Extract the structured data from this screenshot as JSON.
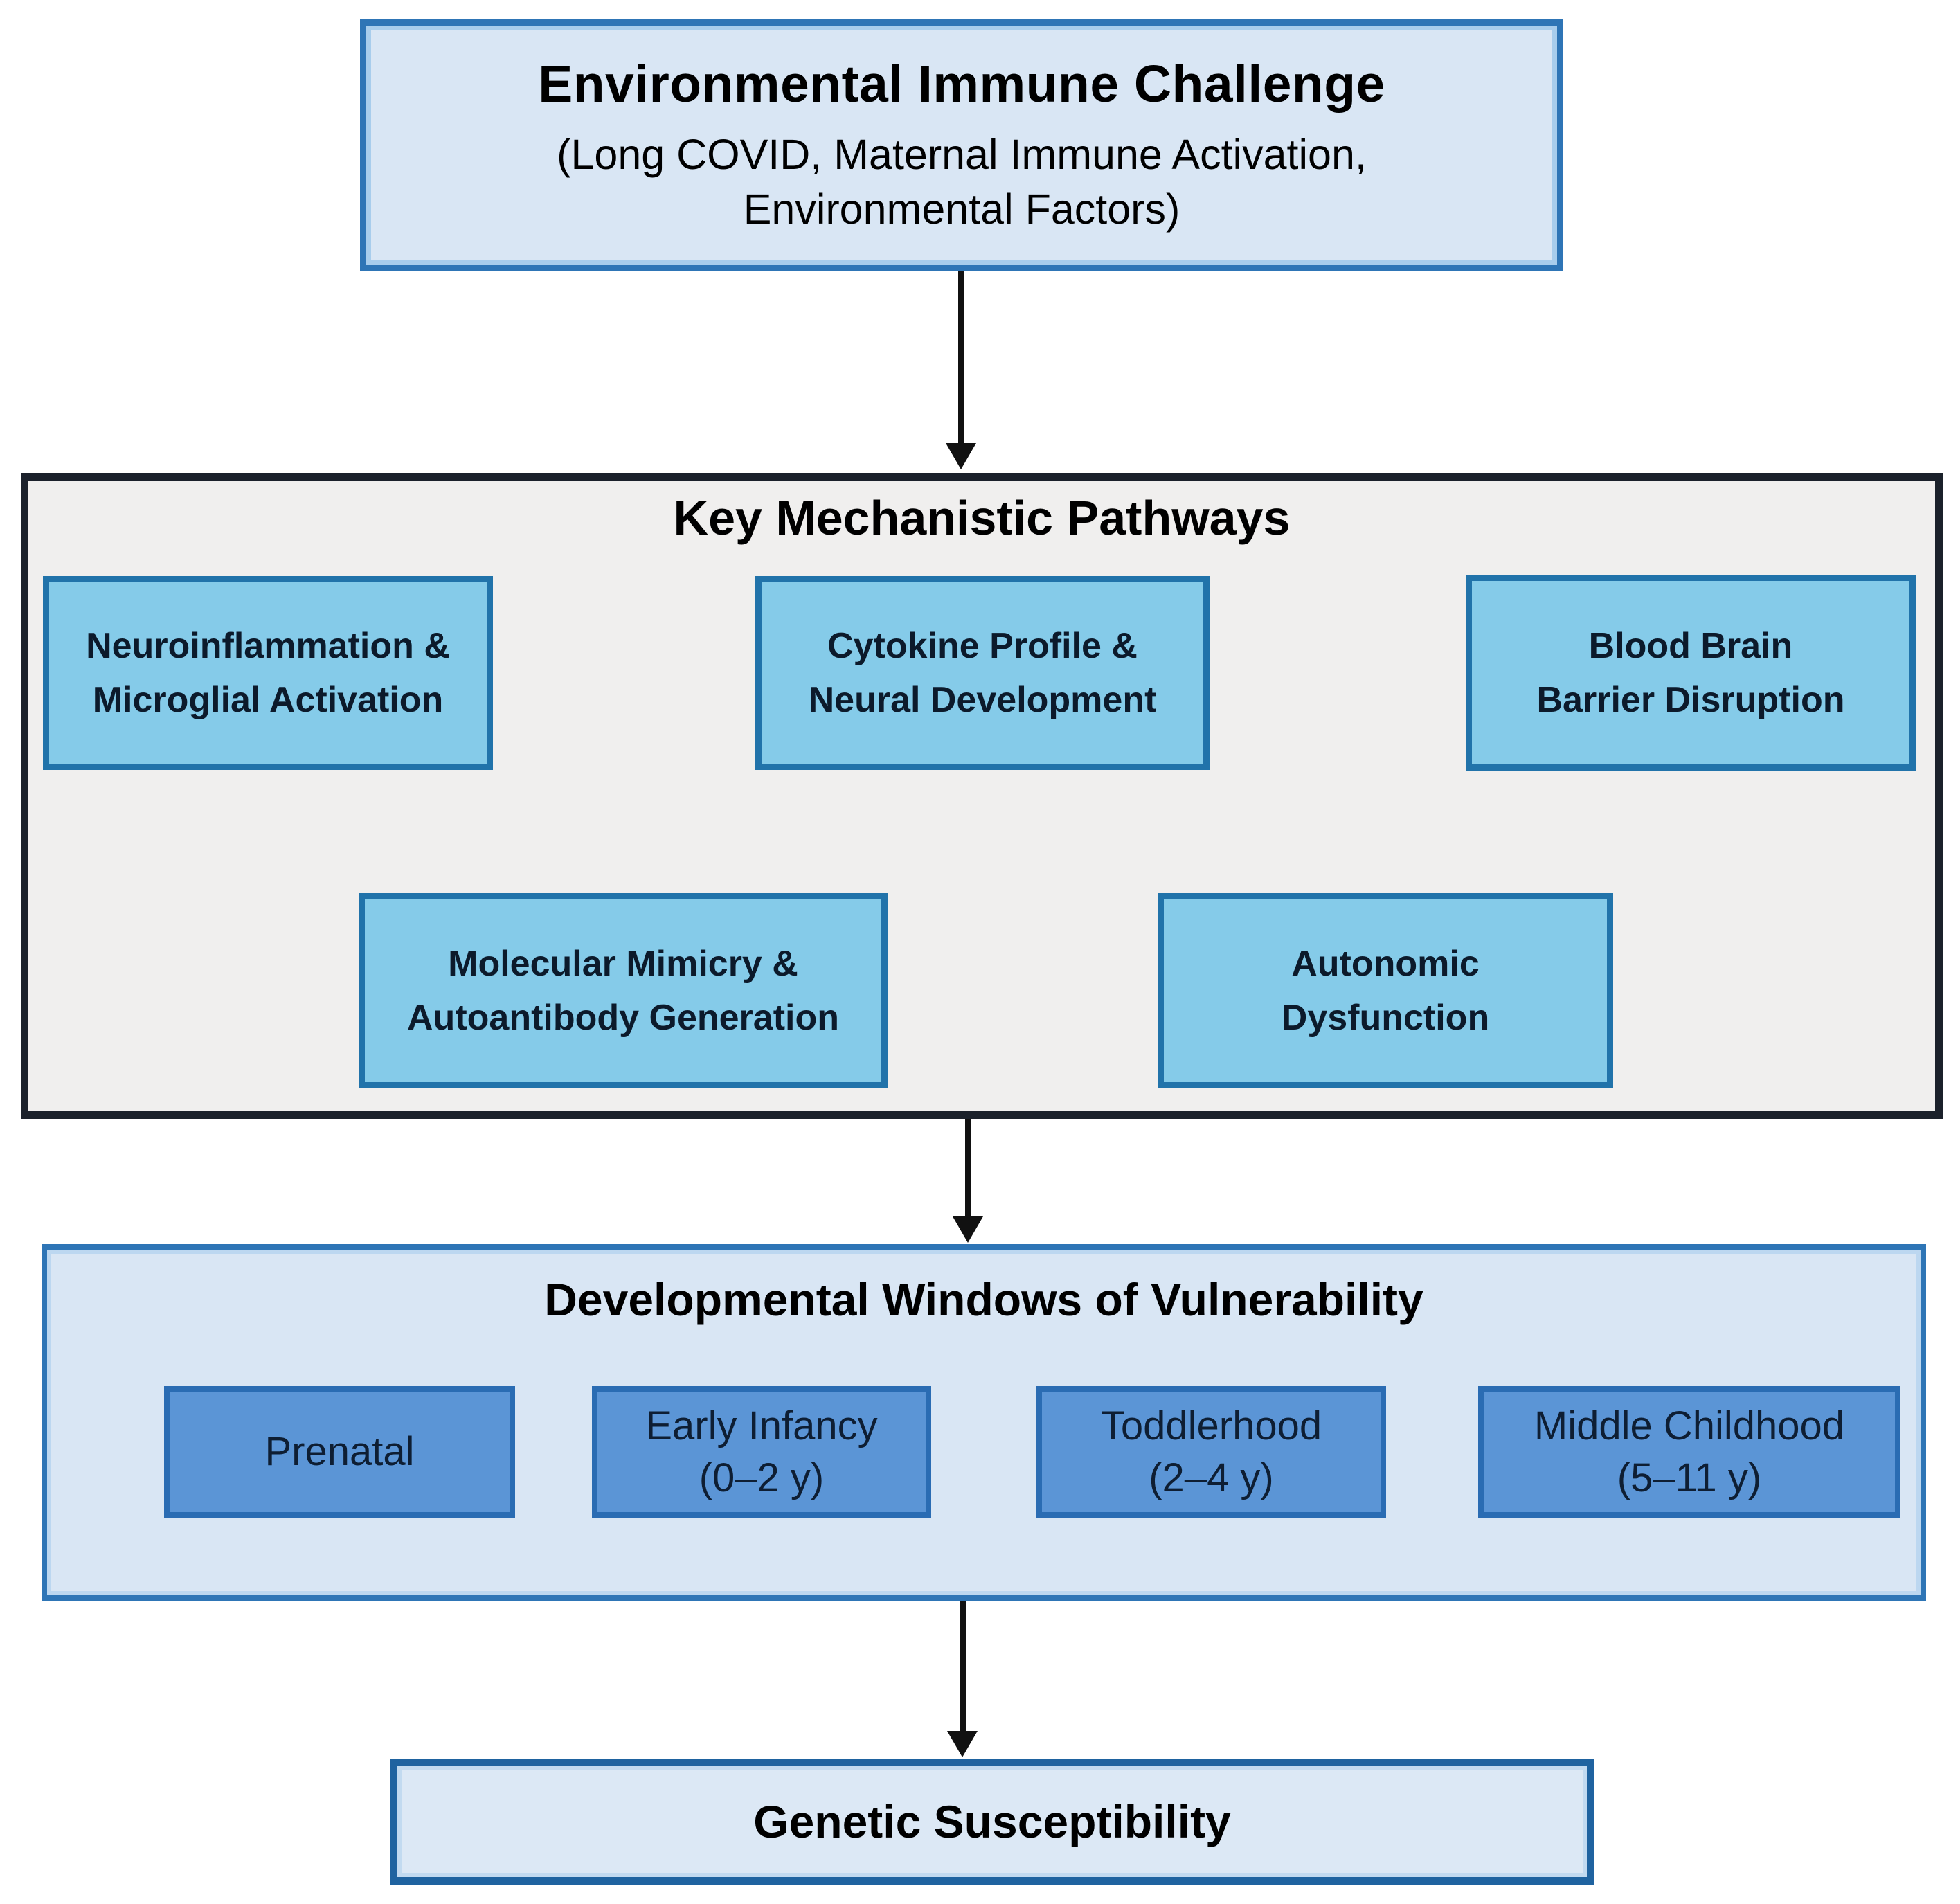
{
  "figure": {
    "top_box": {
      "title": "Environmental Immune Challenge",
      "subtitle": "(Long COVID, Maternal Immune Activation,\nEnvironmental Factors)"
    },
    "pathways": {
      "title": "Key Mechanistic Pathways",
      "boxes": [
        {
          "label": "Neuroinflammation &\nMicroglial Activation"
        },
        {
          "label": "Cytokine Profile &\nNeural Development"
        },
        {
          "label": "Blood Brain\nBarrier Disruption"
        },
        {
          "label": "Molecular Mimicry &\nAutoantibody Generation"
        },
        {
          "label": "Autonomic\nDysfunction"
        }
      ]
    },
    "windows": {
      "title": "Developmental Windows of Vulnerability",
      "boxes": [
        {
          "label": "Prenatal"
        },
        {
          "label": "Early Infancy\n(0–2 y)"
        },
        {
          "label": "Toddlerhood\n(2–4 y)"
        },
        {
          "label": "Middle Childhood\n(5–11 y)"
        }
      ]
    },
    "outcome_box": {
      "title": "Genetic Susceptibility"
    }
  },
  "colors": {
    "light_blue_fill": "#d9e6f4",
    "light_blue_border": "#2e75b6",
    "panel_fill": "#f0efee",
    "panel_border": "#1b212b",
    "pathway_fill": "#85cbe9",
    "pathway_border": "#2173aa",
    "window_fill": "#5b95d6",
    "window_border": "#2a6cb3",
    "outcome_border": "#1f63a0",
    "arrow": "#111111",
    "text_dark": "#0c1a2b"
  }
}
